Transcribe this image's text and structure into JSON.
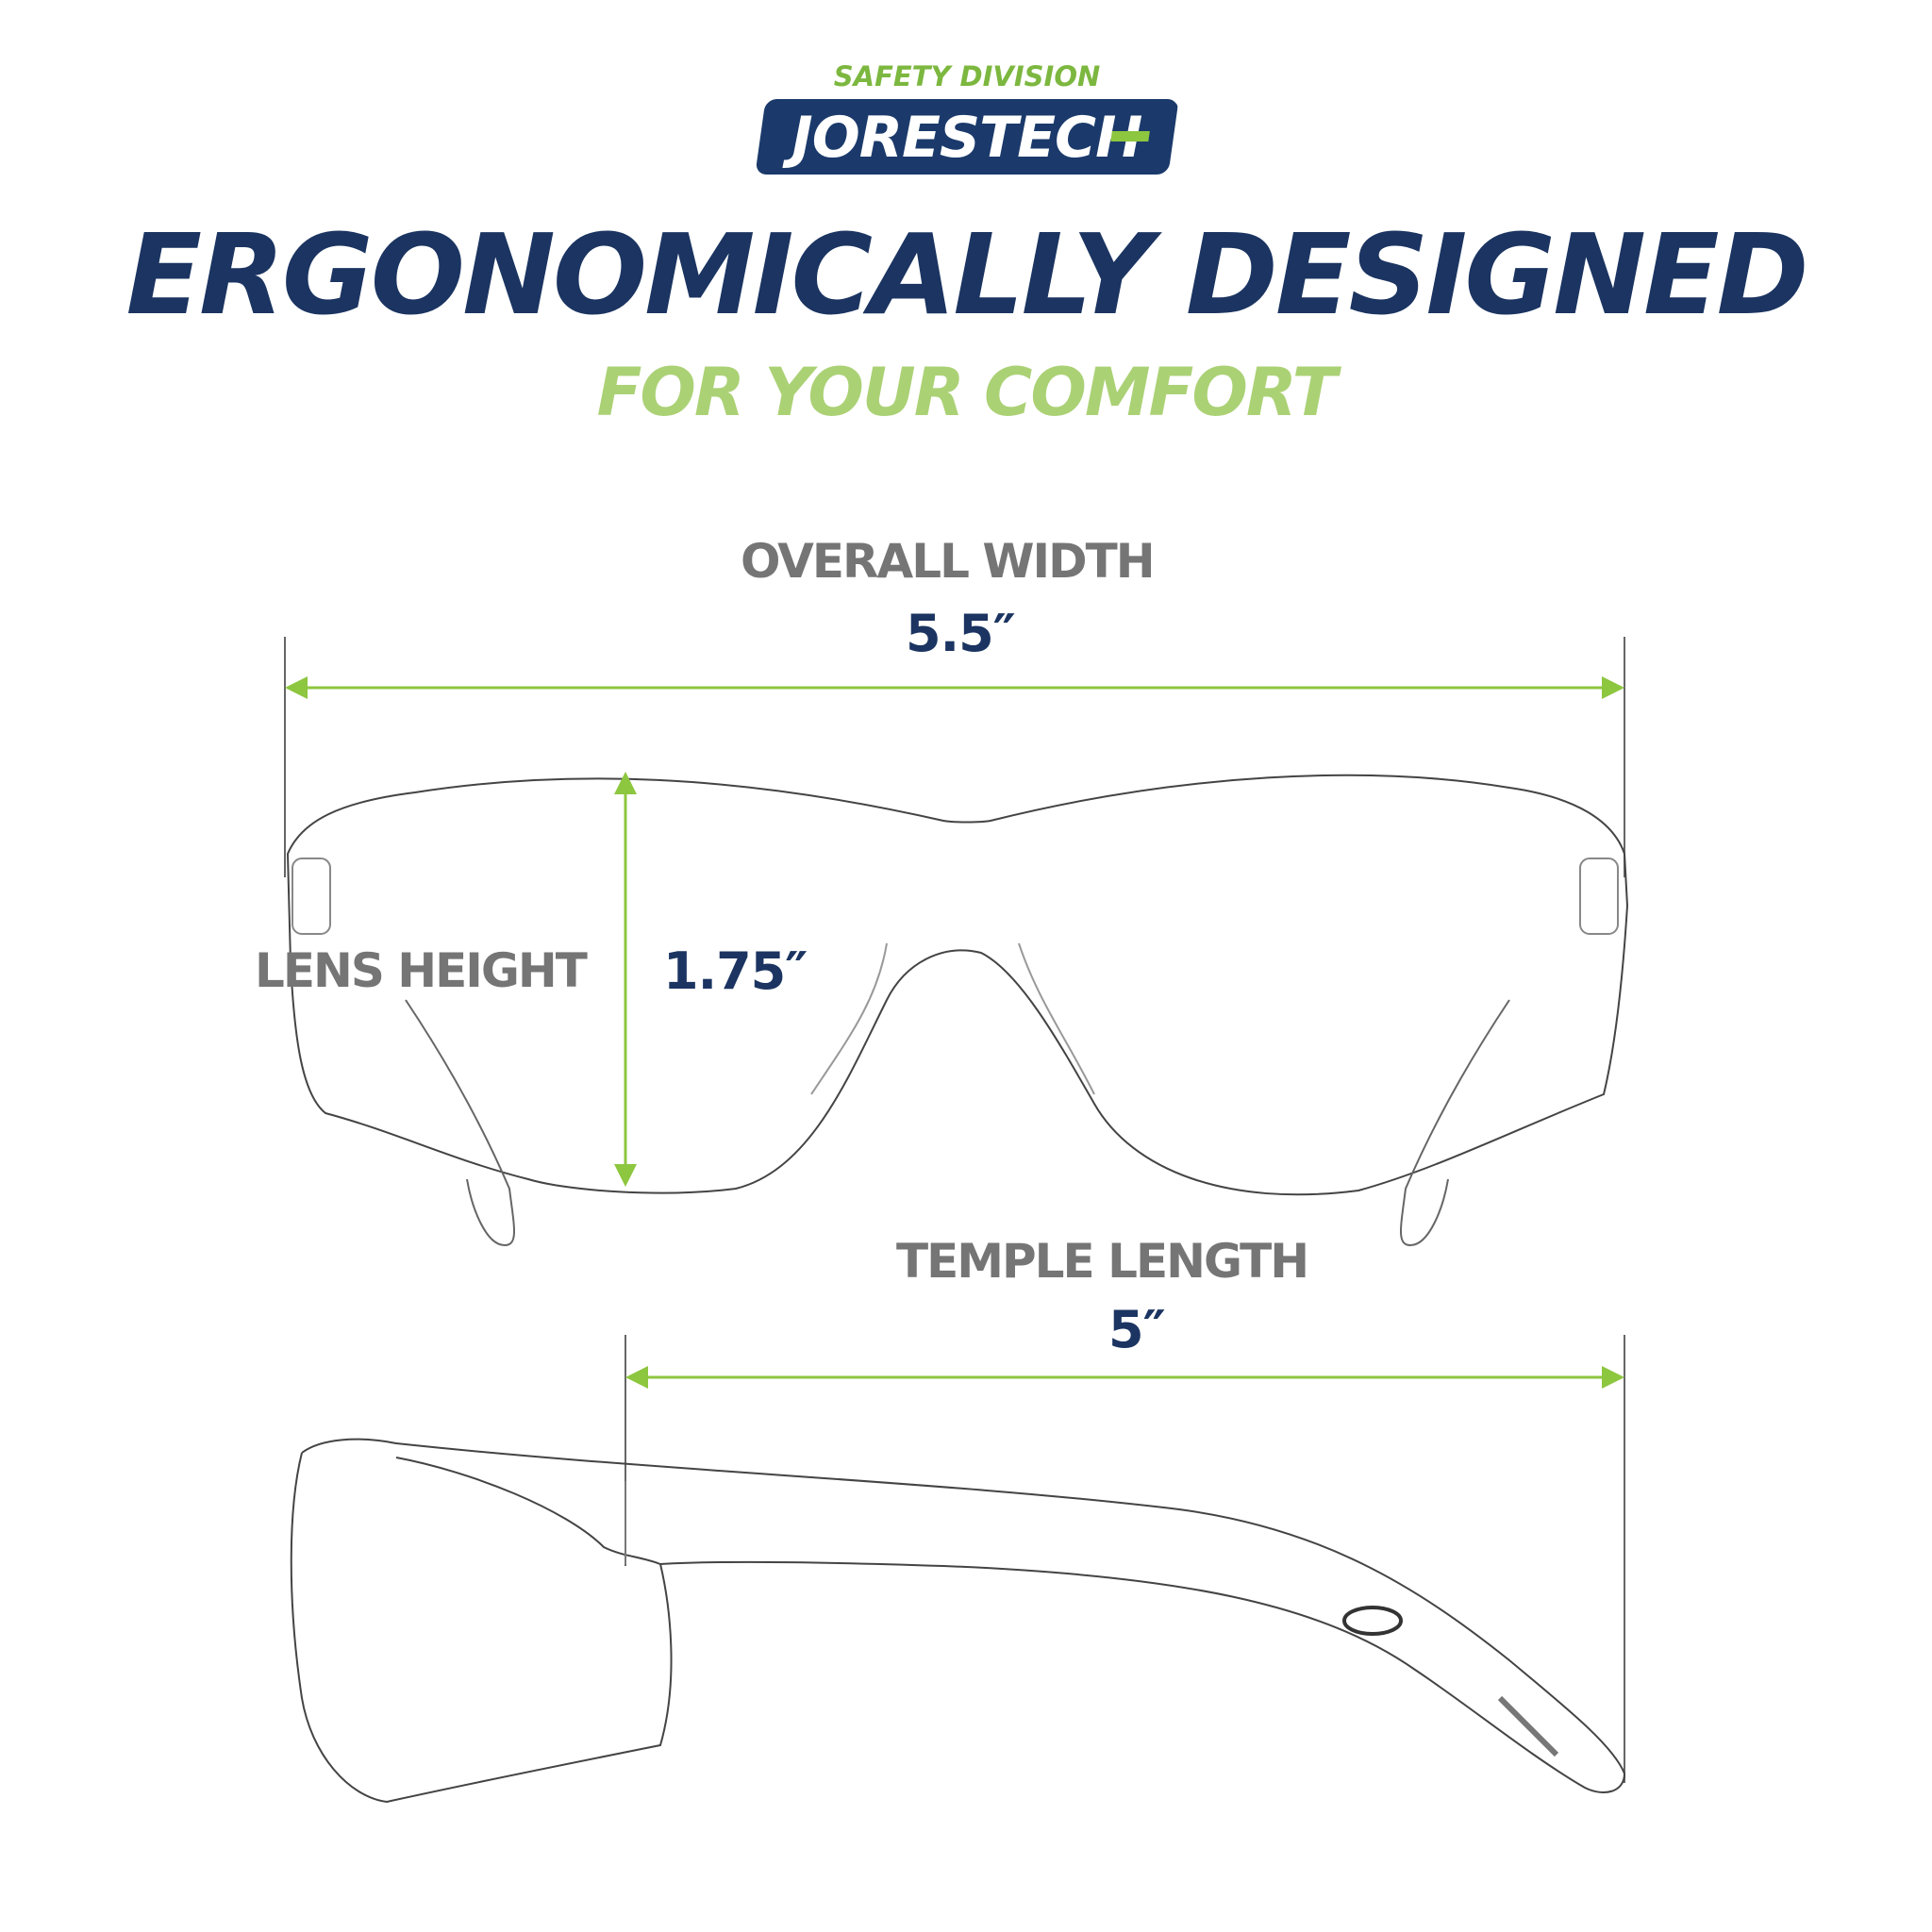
{
  "brand": {
    "division": "SAFETY DIVISION",
    "name": "JORESTECH",
    "registered": "®"
  },
  "headline": {
    "title": "ERGONOMICALLY DESIGNED",
    "subtitle": "FOR YOUR COMFORT"
  },
  "dimensions": {
    "overall_width": {
      "label": "OVERALL WIDTH",
      "value": "5.5″"
    },
    "lens_height": {
      "label": "LENS HEIGHT",
      "value": "1.75″"
    },
    "temple_length": {
      "label": "TEMPLE LENGTH",
      "value": "5″"
    }
  },
  "colors": {
    "navy": "#1b3461",
    "green": "#8dc63f",
    "light_green": "#abd175",
    "gray": "#757575"
  }
}
